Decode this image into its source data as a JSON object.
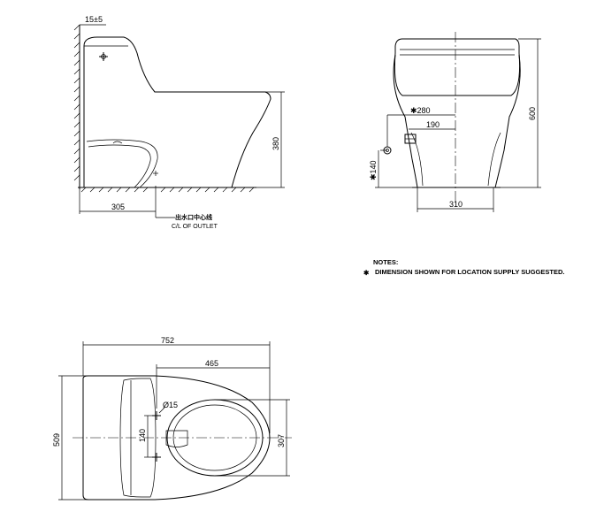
{
  "side_view": {
    "dim_top": "15±5",
    "dim_height": "380",
    "dim_outlet": "305",
    "outlet_label_cn": "出水口中心线",
    "outlet_label_en": "C/L OF OUTLET"
  },
  "front_view": {
    "dim_height": "600",
    "dim_supply_dia": "✱280",
    "dim_supply_offset": "190",
    "dim_supply_height": "✱140",
    "dim_base_width": "310"
  },
  "notes": {
    "title": "NOTES:",
    "line1": "DIMENSION SHOWN FOR LOCATION SUPPLY SUGGESTED.",
    "marker": "✱"
  },
  "plan_view": {
    "dim_length": "752",
    "dim_bowl": "465",
    "dim_width": "509",
    "dim_hole": "Ø15",
    "dim_hole_spacing": "140",
    "dim_bowl_width": "307"
  }
}
